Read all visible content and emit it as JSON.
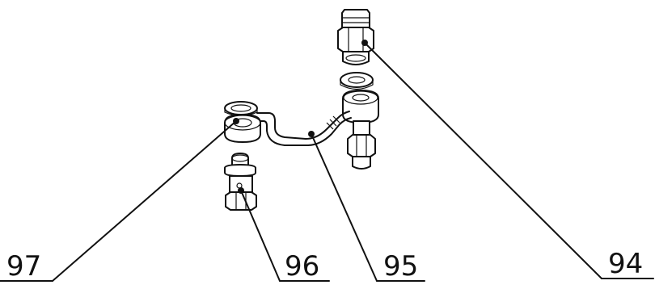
{
  "callouts": [
    {
      "id": "97",
      "label": "97"
    },
    {
      "id": "96",
      "label": "96"
    },
    {
      "id": "95",
      "label": "95"
    },
    {
      "id": "94",
      "label": "94"
    }
  ]
}
